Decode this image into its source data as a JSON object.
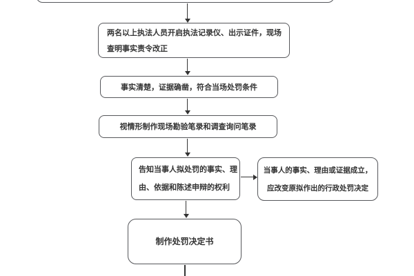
{
  "flowchart": {
    "description": "administrative-on-site-penalty-procedure-flowchart",
    "colors": {
      "background": "#ffffff",
      "border": "#55565a",
      "text": "#333333",
      "arrow": "#333333"
    },
    "nodes": {
      "open_recorder": {
        "lines": [
          "两名以上执法人员开启执法记录仪、出示证件，现场",
          "查明事实责令改正"
        ]
      },
      "facts_clear": {
        "lines": [
          "事实清楚，证据确凿，符合当场处罚条件"
        ]
      },
      "make_records": {
        "lines": [
          "视情形制作现场勘验笔录和调查询问笔录"
        ]
      },
      "inform_party": {
        "lines": [
          "告知当事人拟处罚的事实、理",
          "由、依据和陈述申辩的权利"
        ]
      },
      "party_established": {
        "lines": [
          "当事人的事实、理由或证据成立，",
          "应改变原拟作出的行政处罚决定"
        ]
      },
      "make_decision": {
        "lines": [
          "制作处罚决定书"
        ]
      }
    }
  }
}
